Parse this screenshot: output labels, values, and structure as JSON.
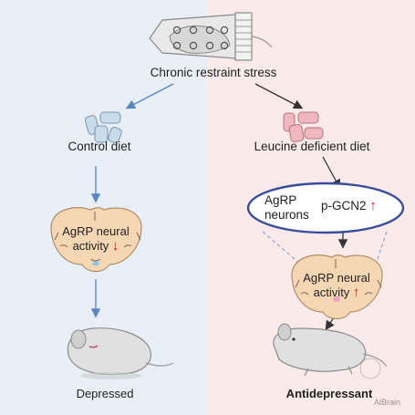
{
  "stress_label": "Chronic restraint stress",
  "left": {
    "diet_label": "Control diet",
    "brain_label_line1": "AgRP neural",
    "brain_label_line2": "activity",
    "arrow_down_glyph": "↓",
    "outcome_label": "Depressed"
  },
  "right": {
    "diet_label": "Leucine deficient diet",
    "ellipse_left_line1": "AgRP",
    "ellipse_left_line2": "neurons",
    "ellipse_right": "p-GCN2",
    "arrow_up_glyph": "↑",
    "brain_label_line1": "AgRP neural",
    "brain_label_line2": "activity",
    "outcome_label": "Antidepressant"
  },
  "watermark": "AiBrain",
  "colors": {
    "left_bg": "#e8eff7",
    "right_bg": "#fbeaea",
    "control_pellet": "#c9dcec",
    "leucine_pellet": "#eeb8be",
    "brain_fill": "#f6d7b4",
    "ellipse_stroke": "#3a4d9c",
    "arrow_blue": "#5b86c0",
    "arrow_dark": "#333333",
    "up_down_arrow": "#c0161c"
  }
}
